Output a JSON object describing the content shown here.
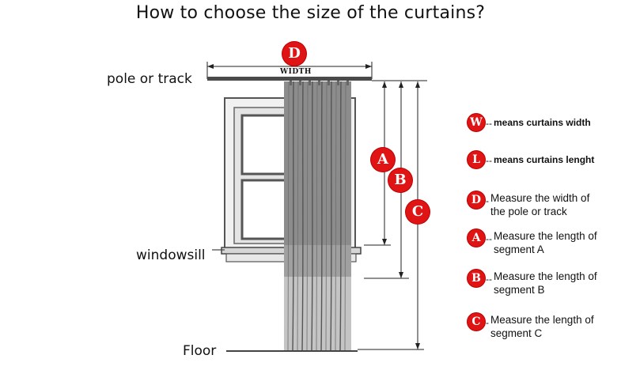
{
  "title": "How to choose the size of the curtains?",
  "labels": {
    "pole": "pole or track",
    "windowsill": "windowsill",
    "floor": "Floor",
    "width": "WIDTH"
  },
  "markers": {
    "D": "D",
    "A": "A",
    "B": "B",
    "C": "C"
  },
  "legend": [
    {
      "key": "W",
      "dash": "--",
      "text": "means curtains width"
    },
    {
      "key": "L",
      "dash": "--",
      "text": "means curtains lenght"
    },
    {
      "key": "D",
      "dash": "-",
      "text": "Measure the width  of\nthe pole or track"
    },
    {
      "key": "A",
      "dash": "--",
      "text": "Measure the length of\nsegment A"
    },
    {
      "key": "B",
      "dash": "--",
      "text": "Measure the length of\nsegment B"
    },
    {
      "key": "C",
      "dash": "-",
      "text": "Measure the length of\nsegment C"
    }
  ],
  "colors": {
    "badge": "#e01414",
    "curtain_dark": "#8c8c8c",
    "curtain_light": "#c4c4c4",
    "pole": "#4a4a4a"
  }
}
